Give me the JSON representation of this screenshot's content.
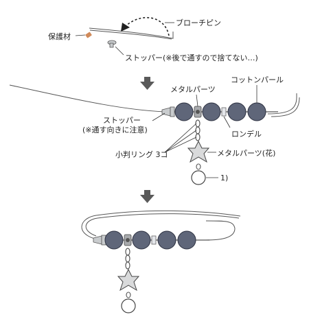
{
  "labels": {
    "brooch_pin": "ブローチピン",
    "protective_cap": "保護材",
    "stopper_top": "ストッパー(※後で通すので捨てない…)",
    "cotton_pearl": "コットンパール",
    "metal_parts": "メタルパーツ",
    "stopper_mid": "ストッパー",
    "stopper_note": "(※通す向きに注意)",
    "rondelle": "ロンデル",
    "jump_rings": "小判リング 3コ",
    "metal_parts_flower": "メタルパーツ(花)",
    "ref_one": "1)"
  },
  "colors": {
    "bead": "#5f6679",
    "pearl": "#ffffff",
    "metal": "#c9ccce",
    "cap": "#d08a5a",
    "arrow": "#5a5a5a"
  }
}
